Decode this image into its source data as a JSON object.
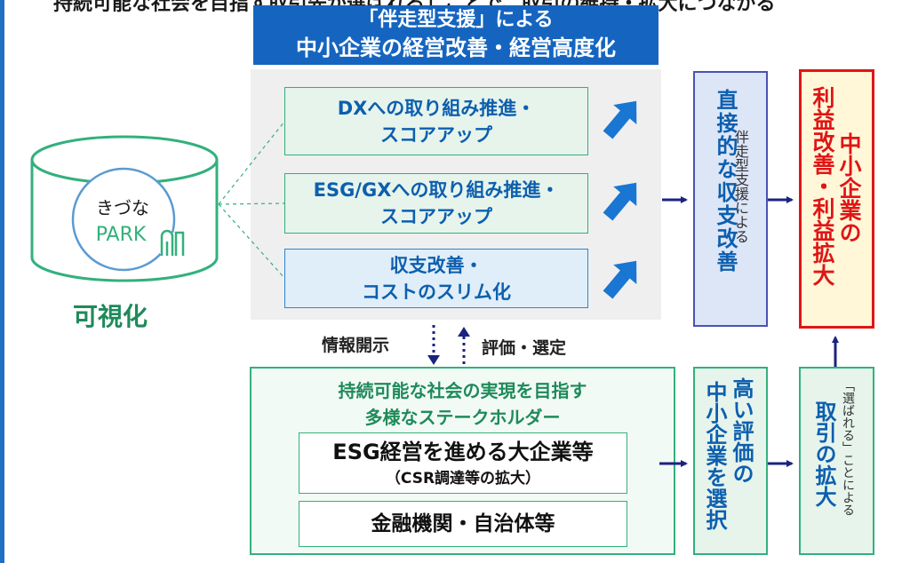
{
  "top_caption": "持続可能な社会を目指す取引先が選ばれる」ことで、取引の維持・拡大につながる",
  "header": {
    "line1": "「伴走型支援」による",
    "line2": "中小企業の経営改善・経営高度化"
  },
  "database": {
    "logo_text": "きづな",
    "logo_sub": "PARK",
    "label": "可視化"
  },
  "support_boxes": [
    {
      "line1": "DXへの取り組み推進・",
      "line2": "スコアアップ"
    },
    {
      "line1": "ESG/GXへの取り組み推進・",
      "line2": "スコアアップ"
    },
    {
      "line1": "収支改善・",
      "line2": "コストのスリム化"
    }
  ],
  "flow_labels": {
    "info": "情報開示",
    "eval": "評価・選定"
  },
  "stakeholders": {
    "title1": "持続可能な社会の実現を目指す",
    "title2": "多様なステークホルダー",
    "box1_main": "ESG経営を進める大企業等",
    "box1_sub": "（CSR調達等の拡大）",
    "box2": "金融機関・自治体等"
  },
  "direct_improvement": {
    "main": "直接的な収支改善",
    "sub": "伴走型支援による"
  },
  "profit": {
    "line1": "中小企業の",
    "line2": "利益改善・利益拡大"
  },
  "high_eval": {
    "line1": "高い評価の",
    "line2": "中小企業を選択"
  },
  "trade_expansion": {
    "main": "取引の拡大",
    "sub": "「選ばれる」ことによる"
  },
  "colors": {
    "header_blue": "#1565c0",
    "green": "#33b07d",
    "text_blue": "#0d5fae",
    "red": "#e01515",
    "arrow_navy": "#1a237e",
    "arrow_blue": "#1976d2"
  },
  "icons": {
    "arrow_up_right": "arrow-up-right-icon",
    "flow_arrow": "arrow-right-icon"
  }
}
